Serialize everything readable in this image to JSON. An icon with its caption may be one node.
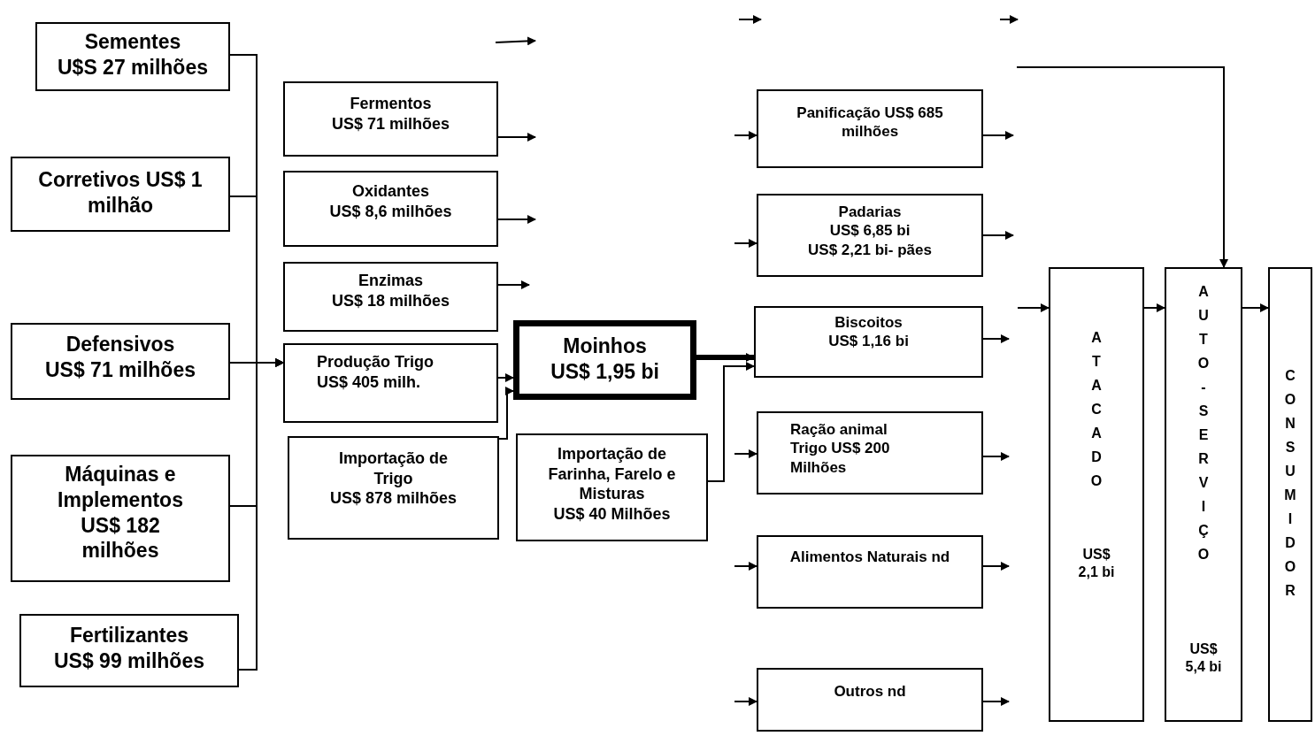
{
  "diagram": {
    "nodes": [
      {
        "text": [
          "Sementes",
          "U$S 27 milhões"
        ]
      },
      {
        "text": [
          "Corretivos US$ 1 milhão"
        ]
      },
      {
        "text": [
          "Defensivos",
          "US$ 71 milhões"
        ]
      },
      {
        "text": [
          "Máquinas e Implementos",
          "US$ 182 milhões"
        ]
      },
      {
        "text": [
          "Fertilizantes",
          "US$ 99 milhões"
        ]
      },
      {
        "text": [
          "Fermentos",
          "US$ 71 milhões"
        ]
      },
      {
        "text": [
          "Oxidantes",
          "US$ 8,6 milhões"
        ]
      },
      {
        "text": [
          "Enzimas",
          "US$ 18 milhões"
        ]
      },
      {
        "text": [
          "Produção Trigo",
          "US$ 405 milh."
        ]
      },
      {
        "text": [
          "Importação de Trigo",
          "US$ 878 milhões"
        ]
      },
      {
        "text": [
          "Moinhos",
          "US$ 1,95 bi"
        ]
      },
      {
        "text": [
          "Importação de Farinha, Farelo e Misturas",
          "US$ 40 Milhões"
        ]
      },
      {
        "text": [
          "Panificação US$ 685 milhões"
        ]
      },
      {
        "text": [
          "Padarias",
          "US$ 6,85 bi",
          "US$ 2,21 bi- pães"
        ]
      },
      {
        "text": [
          "Biscoitos",
          "US$ 1,16 bi"
        ]
      },
      {
        "text": [
          "Ração animal",
          "Trigo US$ 200 Milhões"
        ]
      },
      {
        "text": [
          "Alimentos Naturais nd"
        ]
      },
      {
        "text": [
          "Outros nd"
        ]
      },
      {
        "text": [
          "ATACADO",
          "US$ 2,1 bi"
        ]
      },
      {
        "text": [
          "AUTO-SERVIÇO",
          "US$ 5,4 bi"
        ]
      },
      {
        "text": [
          "CONSUMIDOR"
        ]
      }
    ],
    "edges": [
      {
        "from": 0,
        "to": 8,
        "arrow": "to"
      },
      {
        "from": 1,
        "to": 8,
        "arrow": "to"
      },
      {
        "from": 2,
        "to": 8,
        "arrow": "to"
      },
      {
        "from": 3,
        "to": 8,
        "arrow": "to"
      },
      {
        "from": 4,
        "to": 8,
        "arrow": "to"
      },
      {
        "from": 8,
        "to": 10,
        "arrow": "to"
      },
      {
        "from": 9,
        "to": 10,
        "arrow": "to"
      },
      {
        "from": 10,
        "to": 14,
        "arrow": "to",
        "style": "thick"
      },
      {
        "from": 11,
        "to": 14,
        "arrow": "to"
      },
      {
        "from": 5,
        "to": null,
        "arrow": "to"
      },
      {
        "from": 6,
        "to": null,
        "arrow": "to"
      },
      {
        "from": 7,
        "to": null,
        "arrow": "to"
      },
      {
        "from": null,
        "to": 12,
        "arrow": "to"
      },
      {
        "from": null,
        "to": 13,
        "arrow": "to"
      },
      {
        "from": null,
        "to": 15,
        "arrow": "to"
      },
      {
        "from": null,
        "to": 16,
        "arrow": "to"
      },
      {
        "from": null,
        "to": 17,
        "arrow": "to"
      },
      {
        "from": 12,
        "to": null,
        "arrow": "to"
      },
      {
        "from": 13,
        "to": null,
        "arrow": "to"
      },
      {
        "from": 14,
        "to": null,
        "arrow": "to"
      },
      {
        "from": 15,
        "to": null,
        "arrow": "to"
      },
      {
        "from": 16,
        "to": null,
        "arrow": "to"
      },
      {
        "from": 17,
        "to": null,
        "arrow": "to"
      },
      {
        "from": null,
        "to": 18,
        "arrow": "to"
      },
      {
        "from": 18,
        "to": 19,
        "arrow": "to"
      },
      {
        "from": 19,
        "to": 20,
        "arrow": "to"
      },
      {
        "from": null,
        "to": 19,
        "arrow": "to"
      }
    ]
  }
}
